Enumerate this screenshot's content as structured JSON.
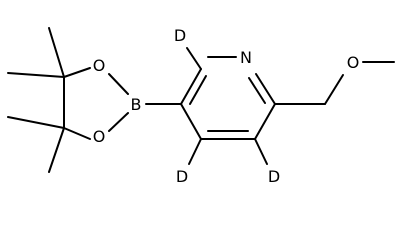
{
  "atoms": {
    "nitrogen": "N",
    "ether_oxygen": "O",
    "boron": "B",
    "boronate_oxygen_upper": "O",
    "boronate_oxygen_lower": "O",
    "deuterium_top": "D",
    "deuterium_bottom_left": "D",
    "deuterium_bottom_right": "D"
  }
}
